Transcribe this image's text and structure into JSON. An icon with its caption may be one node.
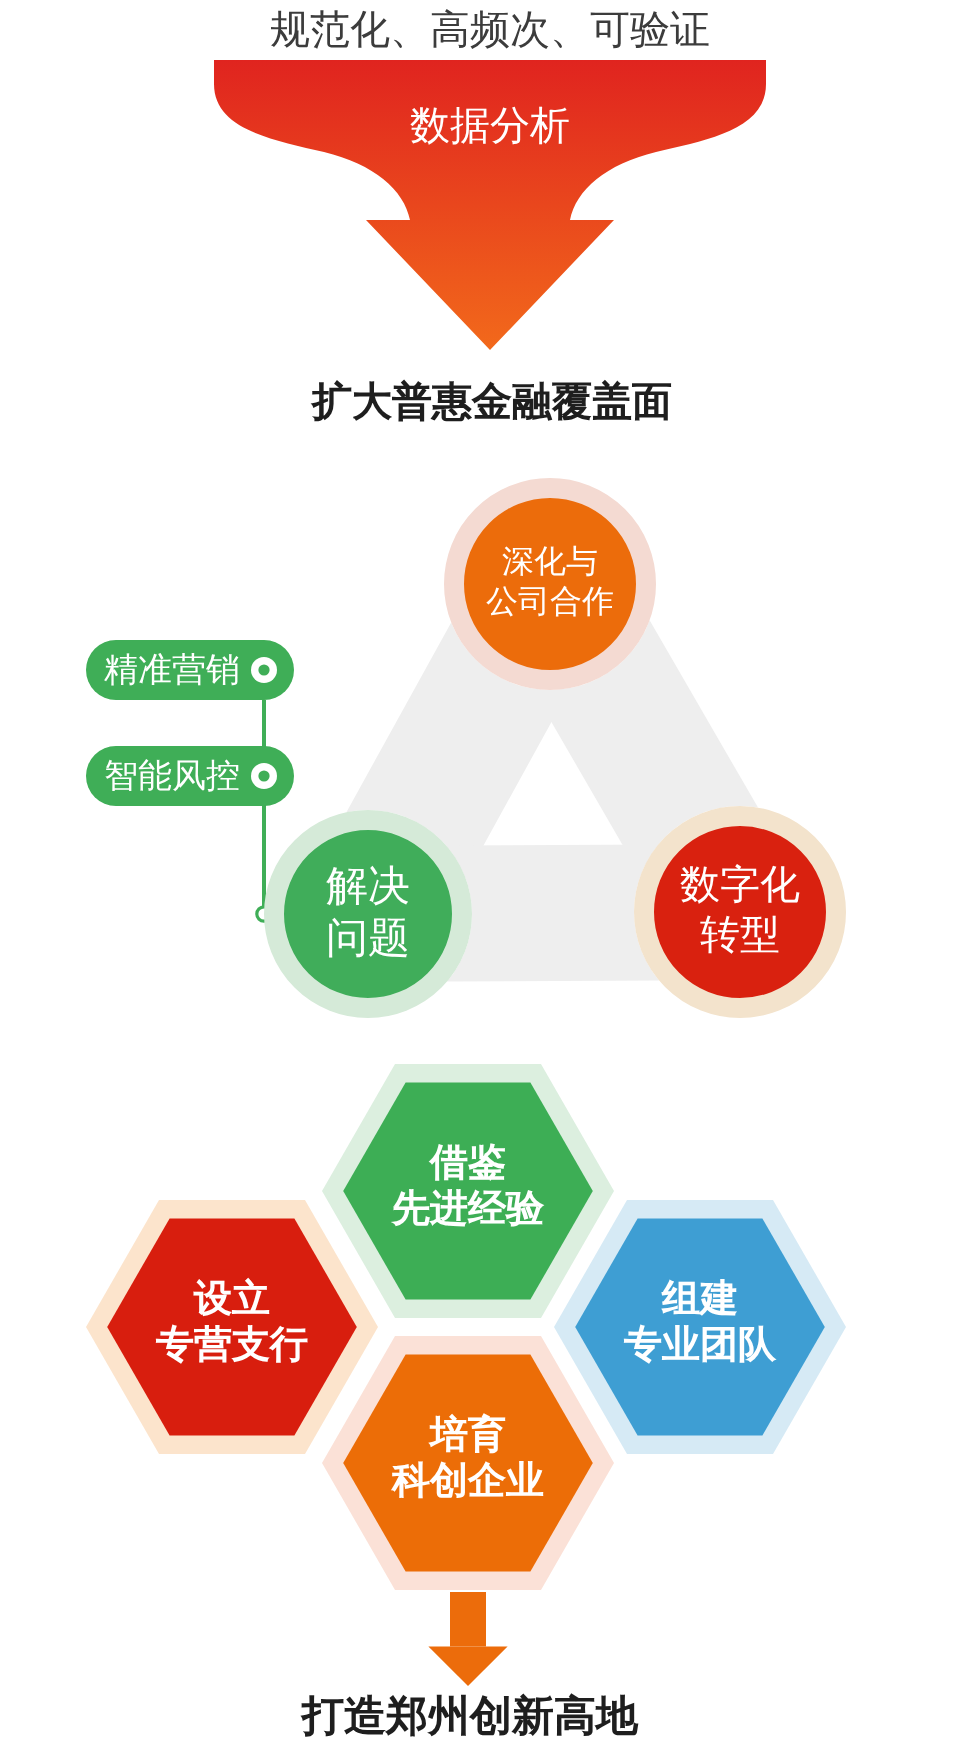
{
  "diagram": {
    "nodes": [
      {
        "text": [
          "数据分析"
        ],
        "beside": [
          "规范化、高频次、可验证"
        ]
      },
      {
        "text": [
          "深化与公司合作"
        ]
      },
      {
        "text": [
          "精准营销"
        ]
      },
      {
        "text": [
          "智能风控"
        ]
      },
      {
        "text": [
          "解决问题"
        ]
      },
      {
        "text": [
          "数字化转型"
        ]
      },
      {
        "text": [
          "借鉴先进经验"
        ]
      },
      {
        "text": [
          "设立专营支行"
        ]
      },
      {
        "text": [
          "组建专业团队"
        ]
      },
      {
        "text": [
          "培育科创企业"
        ]
      },
      {
        "text": [
          "打造郑州创新高地"
        ]
      }
    ],
    "edges": [
      {
        "from": 2,
        "to": 4,
        "arrow": "other",
        "color": "#3fae57"
      },
      {
        "from": 3,
        "to": 4,
        "arrow": "other",
        "color": "#3fae57"
      },
      {
        "from": 1,
        "to": 4,
        "arrow": "none",
        "style": "thick",
        "color": "#eeeeee"
      },
      {
        "from": 4,
        "to": 5,
        "arrow": "none",
        "style": "thick",
        "color": "#eeeeee"
      },
      {
        "from": 5,
        "to": 1,
        "arrow": "none",
        "style": "thick",
        "color": "#eeeeee"
      },
      {
        "from": 9,
        "to": 10,
        "arrow": "to",
        "style": "thick",
        "color": "#ec6c0b"
      }
    ],
    "labels": [
      "扩大普惠金融覆盖面"
    ]
  }
}
